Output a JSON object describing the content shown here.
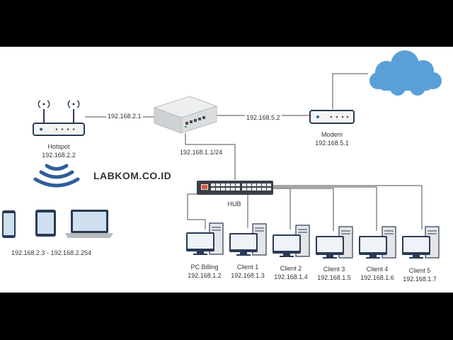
{
  "brand": "LABKOM.CO.ID",
  "hotspot": {
    "name": "Hotspot",
    "ip": "192.168.2.2"
  },
  "modem": {
    "name": "Modem",
    "ip": "192.168.5.1"
  },
  "hub": {
    "name": "HUB"
  },
  "links": {
    "router_hotspot": "192.168.2.1",
    "router_modem": "192.168.5.2",
    "router_hub": "192.168.1.1/24"
  },
  "client_range": "192.168.2.3 - 192.168.2.254",
  "pcs": [
    {
      "name": "PC Billing",
      "ip": "192.168.1.2"
    },
    {
      "name": "Client 1",
      "ip": "192.168.1.3"
    },
    {
      "name": "Client 2",
      "ip": "192.168.1.4"
    },
    {
      "name": "Client 3",
      "ip": "192.168.1.5"
    },
    {
      "name": "Client 4",
      "ip": "192.168.1.6"
    },
    {
      "name": "Client 5",
      "ip": "192.168.1.7"
    }
  ],
  "colors": {
    "cloud": "#5aa0d8",
    "wifi": "#2f5d9c",
    "line": "#888888"
  }
}
